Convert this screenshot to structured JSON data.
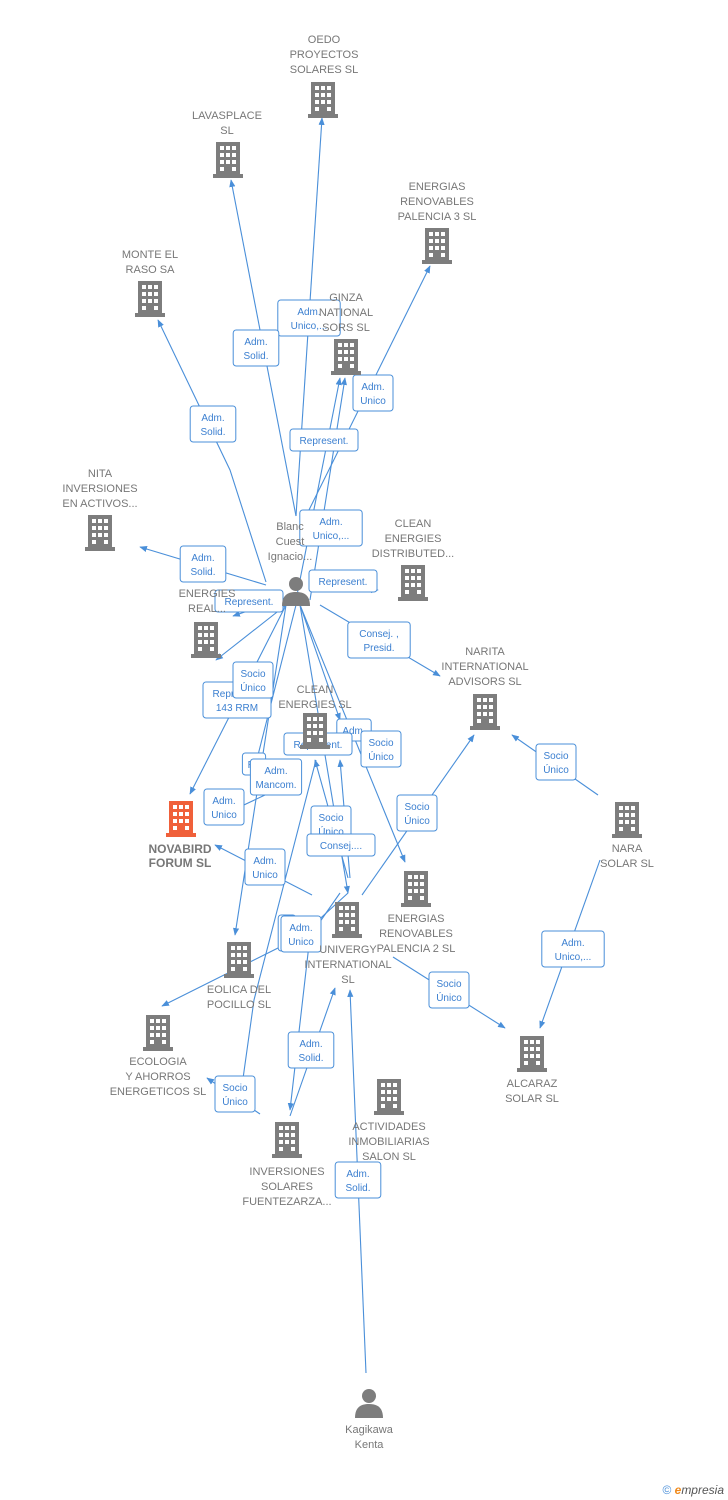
{
  "colors": {
    "company": "#7d7d7d",
    "highlight": "#f0603a",
    "person": "#7d7d7d",
    "edge": "#4a8fd9"
  },
  "nodes": [
    {
      "id": "oedo",
      "type": "company",
      "label": [
        "OEDO",
        "PROYECTOS",
        "SOLARES  SL"
      ]
    },
    {
      "id": "lavasplace",
      "type": "company",
      "label": [
        "LAVASPLACE",
        "SL"
      ]
    },
    {
      "id": "energias3",
      "type": "company",
      "label": [
        "ENERGIAS",
        "RENOVABLES",
        "PALENCIA 3 SL"
      ]
    },
    {
      "id": "monte",
      "type": "company",
      "label": [
        "MONTE EL",
        "RASO SA"
      ]
    },
    {
      "id": "ginza",
      "type": "company",
      "label": [
        "GINZA",
        "NATIONAL",
        "SORS  SL"
      ]
    },
    {
      "id": "nita",
      "type": "company",
      "label": [
        "NITA",
        "INVERSIONES",
        "EN ACTIVOS..."
      ]
    },
    {
      "id": "blanco",
      "type": "person",
      "label": [
        "Blanc",
        "Cuest",
        "Ignacio..."
      ]
    },
    {
      "id": "cleandist",
      "type": "company",
      "label": [
        "CLEAN",
        "ENERGIES",
        "DISTRIBUTED..."
      ]
    },
    {
      "id": "energiesreal",
      "type": "company",
      "label": [
        "ENERGIES",
        "REAL..."
      ]
    },
    {
      "id": "narita",
      "type": "company",
      "label": [
        "NARITA",
        "INTERNATIONAL",
        "ADVISORS  SL"
      ]
    },
    {
      "id": "cleanenergies",
      "type": "company",
      "label": [
        "CLEAN",
        "ENERGIES SL"
      ]
    },
    {
      "id": "novabird",
      "type": "highlight",
      "label": [
        "NOVABIRD",
        "FORUM  SL"
      ]
    },
    {
      "id": "nara",
      "type": "company",
      "label": [
        "NARA",
        "SOLAR  SL"
      ]
    },
    {
      "id": "energias2",
      "type": "company",
      "label": [
        "ENERGIAS",
        "RENOVABLES",
        "PALENCIA 2 SL"
      ]
    },
    {
      "id": "univergy",
      "type": "company",
      "label": [
        "UNIVERGY",
        "INTERNATIONAL",
        "SL"
      ]
    },
    {
      "id": "eolica",
      "type": "company",
      "label": [
        "EOLICA DEL",
        "POCILLO SL"
      ]
    },
    {
      "id": "alcaraz",
      "type": "company",
      "label": [
        "ALCARAZ",
        "SOLAR SL"
      ]
    },
    {
      "id": "ecologia",
      "type": "company",
      "label": [
        "ECOLOGIA",
        "Y AHORROS",
        "ENERGETICOS SL"
      ]
    },
    {
      "id": "actividades",
      "type": "company",
      "label": [
        "ACTIVIDADES",
        "INMOBILIARIAS",
        "SALON SL"
      ]
    },
    {
      "id": "fuentezarza",
      "type": "company",
      "label": [
        "INVERSIONES",
        "SOLARES",
        "FUENTEZARZA..."
      ]
    },
    {
      "id": "kagikawa",
      "type": "person",
      "label": [
        "Kagikawa",
        "Kenta"
      ]
    }
  ],
  "edges": [
    {
      "label": [
        "Adm.",
        "Unico,..."
      ]
    },
    {
      "label": [
        "Adm.",
        "Solid."
      ]
    },
    {
      "label": [
        "Adm.",
        "Unico"
      ]
    },
    {
      "label": [
        "Adm.",
        "Solid."
      ]
    },
    {
      "label": [
        "Represent."
      ]
    },
    {
      "label": [
        "Adm.",
        "Unico,..."
      ]
    },
    {
      "label": [
        "Adm.",
        "Solid."
      ]
    },
    {
      "label": [
        "Represent."
      ]
    },
    {
      "label": [
        "Represent."
      ]
    },
    {
      "label": [
        "Consej. ,",
        "Presid."
      ]
    },
    {
      "label": [
        "Socio"
      ]
    },
    {
      "label": [
        "Represent.",
        "143 RRM"
      ]
    },
    {
      "label": [
        "Adm."
      ]
    },
    {
      "label": [
        "Represent."
      ]
    },
    {
      "label": [
        "Socio",
        "Único"
      ]
    },
    {
      "label": [
        "Socio",
        "Único"
      ]
    },
    {
      "label": [
        "Re"
      ]
    },
    {
      "label": [
        "Adm.",
        "Mancom."
      ]
    },
    {
      "label": [
        "Adm.",
        "Unico"
      ]
    },
    {
      "label": [
        "Socio",
        "Único"
      ]
    },
    {
      "label": [
        "Consej...."
      ]
    },
    {
      "label": [
        "Socio",
        "Único"
      ]
    },
    {
      "label": [
        "Adm.",
        "Unico"
      ]
    },
    {
      "label": [
        "A",
        "U"
      ]
    },
    {
      "label": [
        "Adm.",
        "Unico"
      ]
    },
    {
      "label": [
        "Adm.",
        "Unico,..."
      ]
    },
    {
      "label": [
        "Socio",
        "Único"
      ]
    },
    {
      "label": [
        "Socio",
        "Único"
      ]
    },
    {
      "label": [
        "Adm.",
        "Solid."
      ]
    },
    {
      "label": [
        "Socio",
        "Único"
      ]
    },
    {
      "label": [
        "Adm.",
        "Solid."
      ]
    }
  ],
  "footer": {
    "copyright": "©",
    "brand_initial": "e",
    "brand_rest": "mpresia"
  }
}
